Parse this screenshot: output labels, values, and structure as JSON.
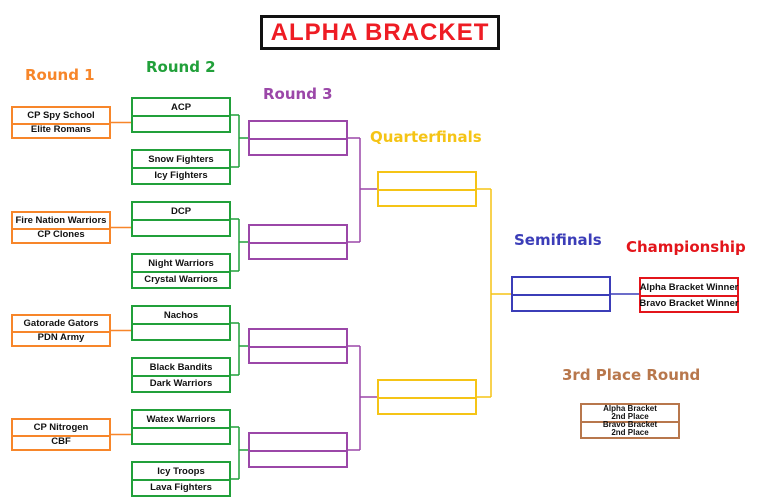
{
  "title": "ALPHA  BRACKET",
  "colors": {
    "round1": "#f7862a",
    "round2": "#21a03a",
    "round3": "#9b47a8",
    "quarterfinals": "#f5c416",
    "semifinals": "#3b3db8",
    "championship": "#e3151b",
    "third_place": "#b8774c"
  },
  "labels": {
    "round1": "Round 1",
    "round2": "Round 2",
    "round3": "Round 3",
    "quarterfinals": "Quarterfinals",
    "semifinals": "Semifinals",
    "championship": "Championship",
    "third_place": "3rd Place Round"
  },
  "round1": [
    {
      "top": "CP Spy School",
      "bottom": "Elite Romans"
    },
    {
      "top": "Fire Nation Warriors",
      "bottom": "CP Clones"
    },
    {
      "top": "Gatorade Gators",
      "bottom": "PDN Army"
    },
    {
      "top": "CP Nitrogen",
      "bottom": "CBF"
    }
  ],
  "round2": [
    {
      "top": "ACP",
      "bottom": ""
    },
    {
      "top": "Snow Fighters",
      "bottom": "Icy Fighters"
    },
    {
      "top": "DCP",
      "bottom": ""
    },
    {
      "top": "Night Warriors",
      "bottom": "Crystal Warriors"
    },
    {
      "top": "Nachos",
      "bottom": ""
    },
    {
      "top": "Black Bandits",
      "bottom": "Dark Warriors"
    },
    {
      "top": "Watex Warriors",
      "bottom": ""
    },
    {
      "top": "Icy Troops",
      "bottom": "Lava Fighters"
    }
  ],
  "round3": [
    {
      "top": "",
      "bottom": ""
    },
    {
      "top": "",
      "bottom": ""
    },
    {
      "top": "",
      "bottom": ""
    },
    {
      "top": "",
      "bottom": ""
    }
  ],
  "quarterfinals": [
    {
      "top": "",
      "bottom": ""
    },
    {
      "top": "",
      "bottom": ""
    }
  ],
  "semifinals": [
    {
      "top": "",
      "bottom": ""
    }
  ],
  "championship": {
    "top": "Alpha Bracket Winner",
    "bottom": "Bravo Bracket Winner"
  },
  "third_place": {
    "top": "Alpha Bracket 2nd Place",
    "bottom": "Bravo Bracket 2nd Place"
  }
}
